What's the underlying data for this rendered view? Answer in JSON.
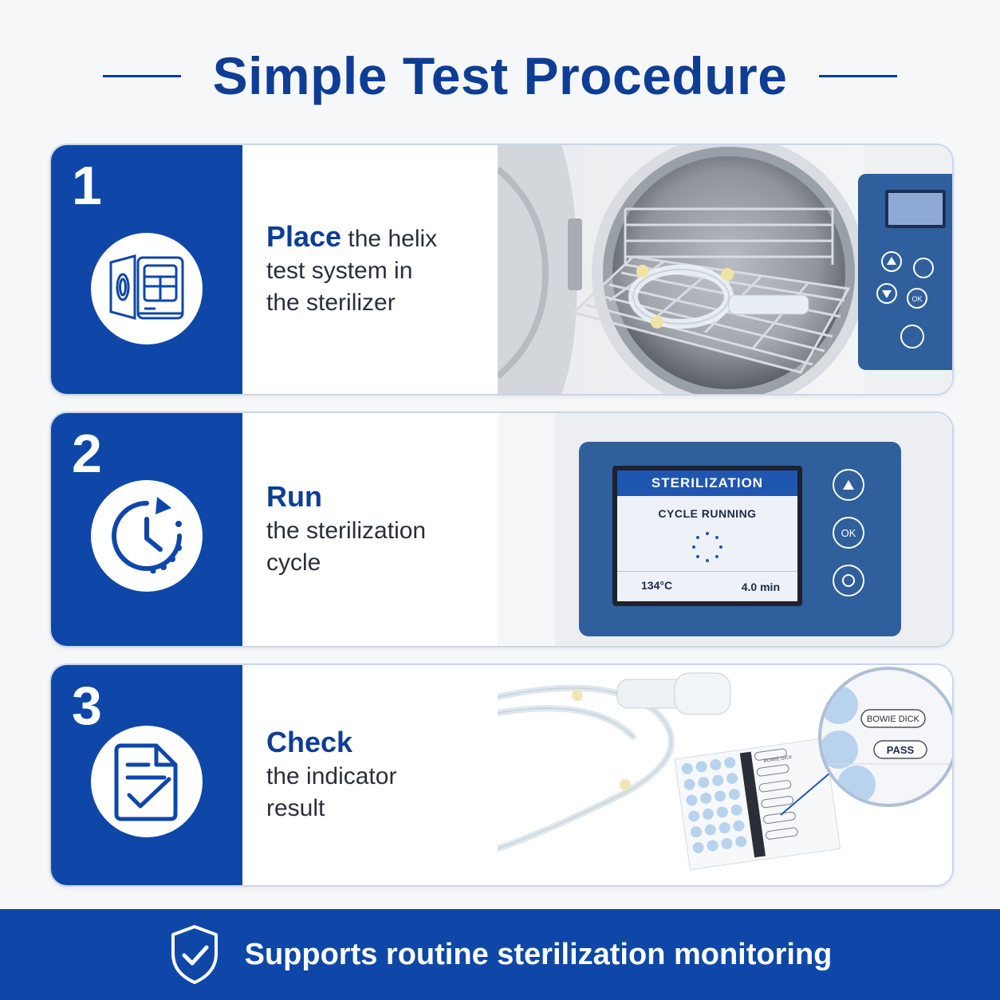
{
  "title": "Simple Test Procedure",
  "colors": {
    "brand_blue": "#0e47a8",
    "title_blue": "#0e3d96",
    "panel_blue": "#2f5f9c"
  },
  "steps": [
    {
      "number": "1",
      "icon": "autoclave-icon",
      "keyword": "Place",
      "rest_first": " the helix",
      "lines": [
        "test system in",
        "the sterilizer"
      ]
    },
    {
      "number": "2",
      "icon": "clock-cycle-icon",
      "keyword": "Run",
      "lines": [
        "the sterilization",
        "cycle"
      ]
    },
    {
      "number": "3",
      "icon": "checklist-icon",
      "keyword": "Check",
      "lines": [
        "the indicator",
        "result"
      ]
    }
  ],
  "display": {
    "header": "STERILIZATION",
    "status": "CYCLE RUNNING",
    "temperature": "134°C",
    "time": "4.0 min",
    "ok_label": "OK"
  },
  "keypad": {
    "ok_label": "OK"
  },
  "indicator": {
    "label": "BOWIE DICK",
    "result": "PASS",
    "sheet_label": "BOWIE DICK"
  },
  "footer": {
    "icon": "shield-check-icon",
    "text": "Supports routine sterilization monitoring"
  }
}
